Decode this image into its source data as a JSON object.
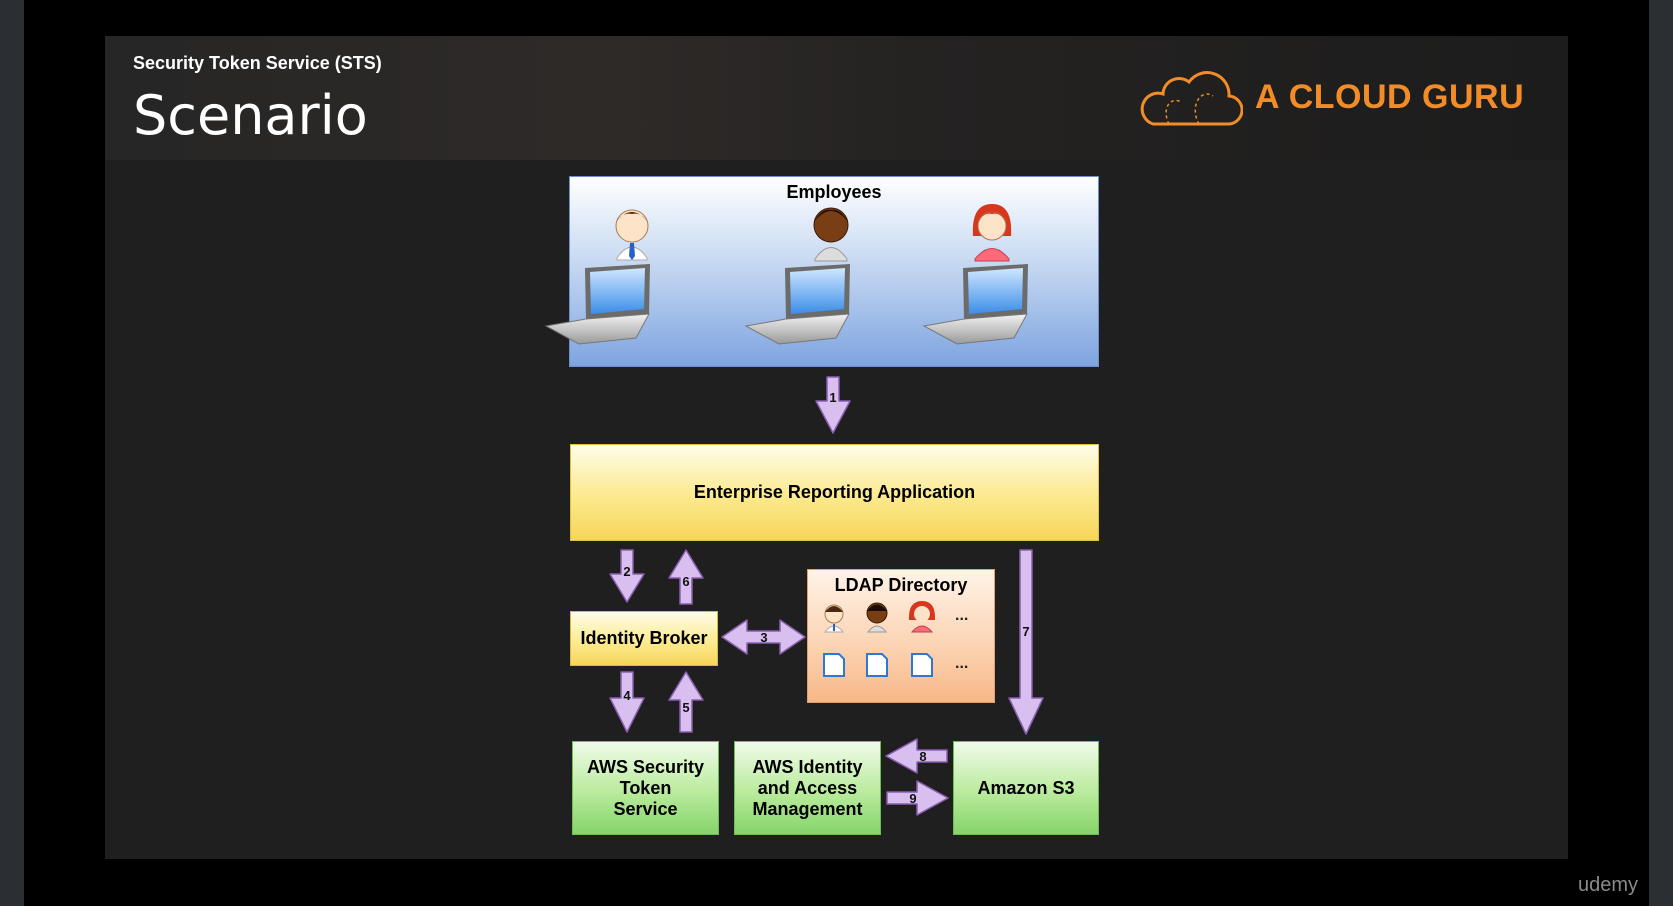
{
  "slide": {
    "subtitle": "Security Token Service (STS)",
    "title": "Scenario",
    "brand": "A CLOUD GURU",
    "watermark": "udemy"
  },
  "diagram": {
    "employees_label": "Employees",
    "enterprise_app_label": "Enterprise Reporting Application",
    "identity_broker_label": "Identity Broker",
    "ldap_label": "LDAP Directory",
    "ldap_more_users": "...",
    "ldap_more_docs": "...",
    "sts_label": "AWS Security Token Service",
    "iam_label": "AWS Identity and Access Management",
    "s3_label": "Amazon S3",
    "steps": [
      "1",
      "2",
      "3",
      "4",
      "5",
      "6",
      "7",
      "8",
      "9"
    ]
  },
  "colors": {
    "brand": "#f28c28",
    "arrow_fill": "#d9bff0",
    "arrow_stroke": "#8a5fb0"
  }
}
